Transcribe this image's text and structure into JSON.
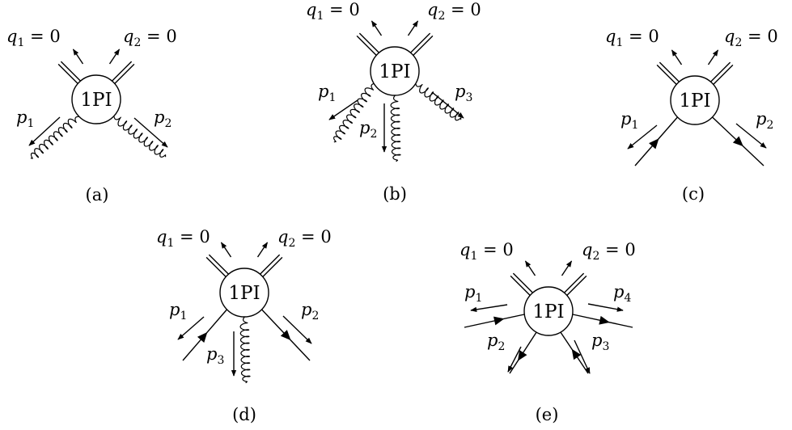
{
  "diagrams": [
    {
      "id": "a",
      "caption": "(a)",
      "blob_label": "1PI",
      "labels": {
        "q1": "q",
        "q1_sub": "1",
        "q1_rest": " = 0",
        "q2": "q",
        "q2_sub": "2",
        "q2_rest": " = 0",
        "p1": "p",
        "p1_sub": "1",
        "p2": "p",
        "p2_sub": "2"
      }
    },
    {
      "id": "b",
      "caption": "(b)",
      "blob_label": "1PI",
      "labels": {
        "q1": "q",
        "q1_sub": "1",
        "q1_rest": " = 0",
        "q2": "q",
        "q2_sub": "2",
        "q2_rest": " = 0",
        "p1": "p",
        "p1_sub": "1",
        "p2": "p",
        "p2_sub": "2",
        "p3": "p",
        "p3_sub": "3"
      }
    },
    {
      "id": "c",
      "caption": "(c)",
      "blob_label": "1PI",
      "labels": {
        "q1": "q",
        "q1_sub": "1",
        "q1_rest": " = 0",
        "q2": "q",
        "q2_sub": "2",
        "q2_rest": " = 0",
        "p1": "p",
        "p1_sub": "1",
        "p2": "p",
        "p2_sub": "2"
      }
    },
    {
      "id": "d",
      "caption": "(d)",
      "blob_label": "1PI",
      "labels": {
        "q1": "q",
        "q1_sub": "1",
        "q1_rest": " = 0",
        "q2": "q",
        "q2_sub": "2",
        "q2_rest": " = 0",
        "p1": "p",
        "p1_sub": "1",
        "p2": "p",
        "p2_sub": "2",
        "p3": "p",
        "p3_sub": "3"
      }
    },
    {
      "id": "e",
      "caption": "(e)",
      "blob_label": "1PI",
      "labels": {
        "q1": "q",
        "q1_sub": "1",
        "q1_rest": " = 0",
        "q2": "q",
        "q2_sub": "2",
        "q2_rest": " = 0",
        "p1": "p",
        "p1_sub": "1",
        "p2": "p",
        "p2_sub": "2",
        "p3": "p",
        "p3_sub": "3",
        "p4": "p",
        "p4_sub": "4"
      }
    }
  ]
}
